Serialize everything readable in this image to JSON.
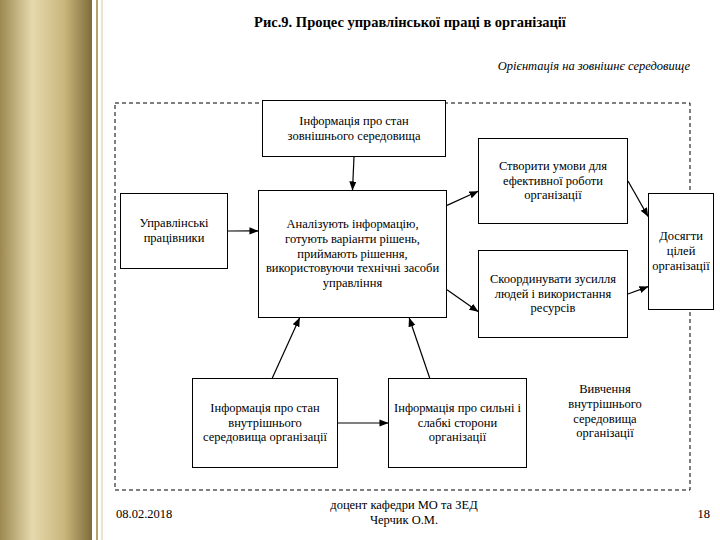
{
  "diagram": {
    "title": "Рис.9. Процес управлінської праці в організації",
    "nodes": [
      {
        "text": [
          "Інформація про стан зовнішнього середовища"
        ]
      },
      {
        "text": [
          "Управлінські працівники"
        ]
      },
      {
        "text": [
          "Аналізують інформацію, готують варіанти рішень, приймають рішення, використовуючи технічні засоби управління"
        ]
      },
      {
        "text": [
          "Створити умови для ефективної роботи організації"
        ]
      },
      {
        "text": [
          "Скоординувати зусилля людей і використання ресурсів"
        ]
      },
      {
        "text": [
          "Досягти цілей організації"
        ]
      },
      {
        "text": [
          "Інформація про стан внутрішнього середовища організації"
        ]
      },
      {
        "text": [
          "Інформація про сильні і слабкі сторони організації"
        ]
      }
    ],
    "edges": [
      {
        "from": 0,
        "to": 2,
        "arrow": "to"
      },
      {
        "from": 1,
        "to": 2,
        "arrow": "to"
      },
      {
        "from": 2,
        "to": 3,
        "arrow": "to"
      },
      {
        "from": 2,
        "to": 4,
        "arrow": "to"
      },
      {
        "from": 3,
        "to": 5,
        "arrow": "to"
      },
      {
        "from": 4,
        "to": 5,
        "arrow": "to"
      },
      {
        "from": 6,
        "to": 2,
        "arrow": "to"
      },
      {
        "from": 7,
        "to": 2,
        "arrow": "to"
      },
      {
        "from": 6,
        "to": 7,
        "arrow": "to"
      }
    ],
    "labels": [
      "Орієнтація на зовнішнє середовище",
      "Вивчення внутрішнього середовища організації",
      "08.02.2018",
      "доцент кафедри МО та ЗЕД Черчик О.М.",
      "18"
    ]
  }
}
